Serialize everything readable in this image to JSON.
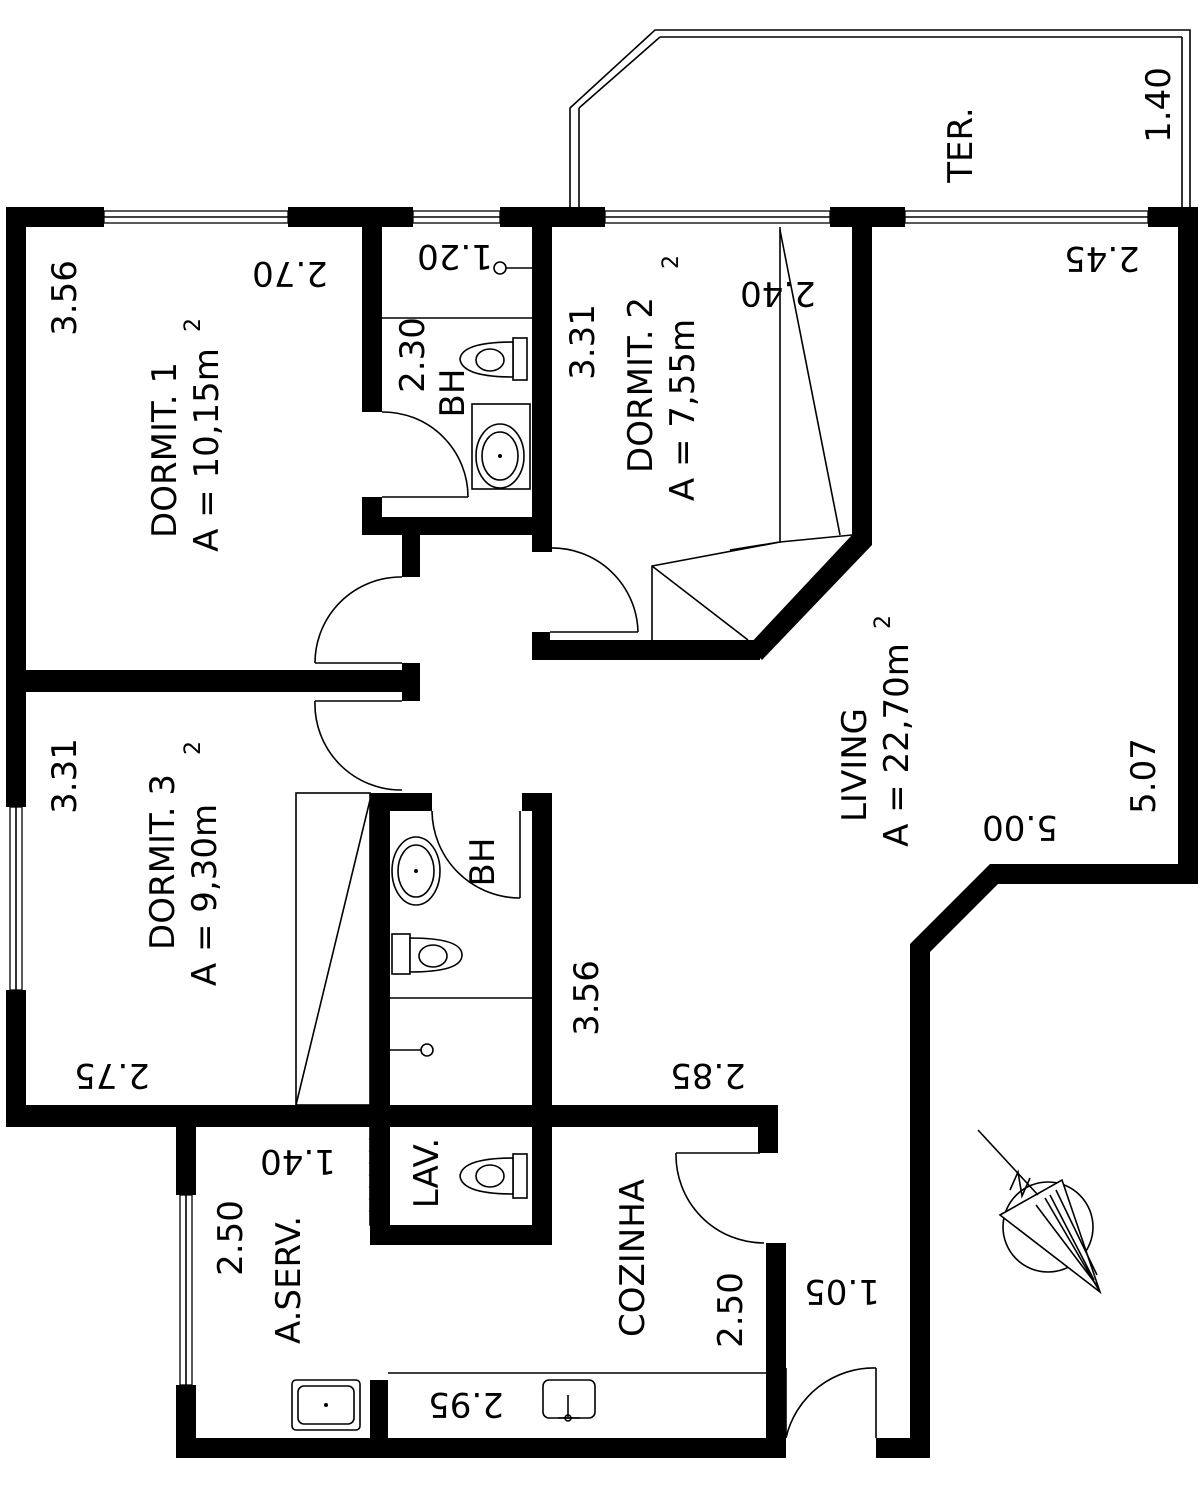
{
  "colors": {
    "wall": "#000000",
    "background": "#ffffff"
  },
  "rooms": {
    "dormit1": {
      "name": "DORMIT. 1",
      "area": "A = 10,15m",
      "sup": "2"
    },
    "dormit2": {
      "name": "DORMIT. 2",
      "area": "A = 7,55m",
      "sup": "2"
    },
    "dormit3": {
      "name": "DORMIT. 3",
      "area": "A = 9,30m",
      "sup": "2"
    },
    "living": {
      "name": "LIVING",
      "area": "A = 22,70m",
      "sup": "2"
    },
    "bh_top": "BH",
    "bh_mid": "BH",
    "lav": "LAV.",
    "aserv": "A.SERV.",
    "cozinha": "COZINHA",
    "terraco": "TER."
  },
  "dimensions": {
    "d1_a": "3.56",
    "d1_b": "2.70",
    "bh1_a": "1.20",
    "bh1_b": "2.30",
    "d2_a": "3.31",
    "d2_b": "2.40",
    "ter_a": "1.40",
    "liv_a": "2.45",
    "liv_b": "5.07",
    "liv_c": "5.00",
    "d3_a": "3.31",
    "d3_b": "2.75",
    "bh2_a": "3.56",
    "bh2_b": "2.85",
    "lav_a": "1.40",
    "as_a": "2.50",
    "coz_a": "2.50",
    "coz_b": "2.95",
    "ent_a": "1.05"
  },
  "icons": {
    "north_arrow": "north-arrow-icon"
  }
}
